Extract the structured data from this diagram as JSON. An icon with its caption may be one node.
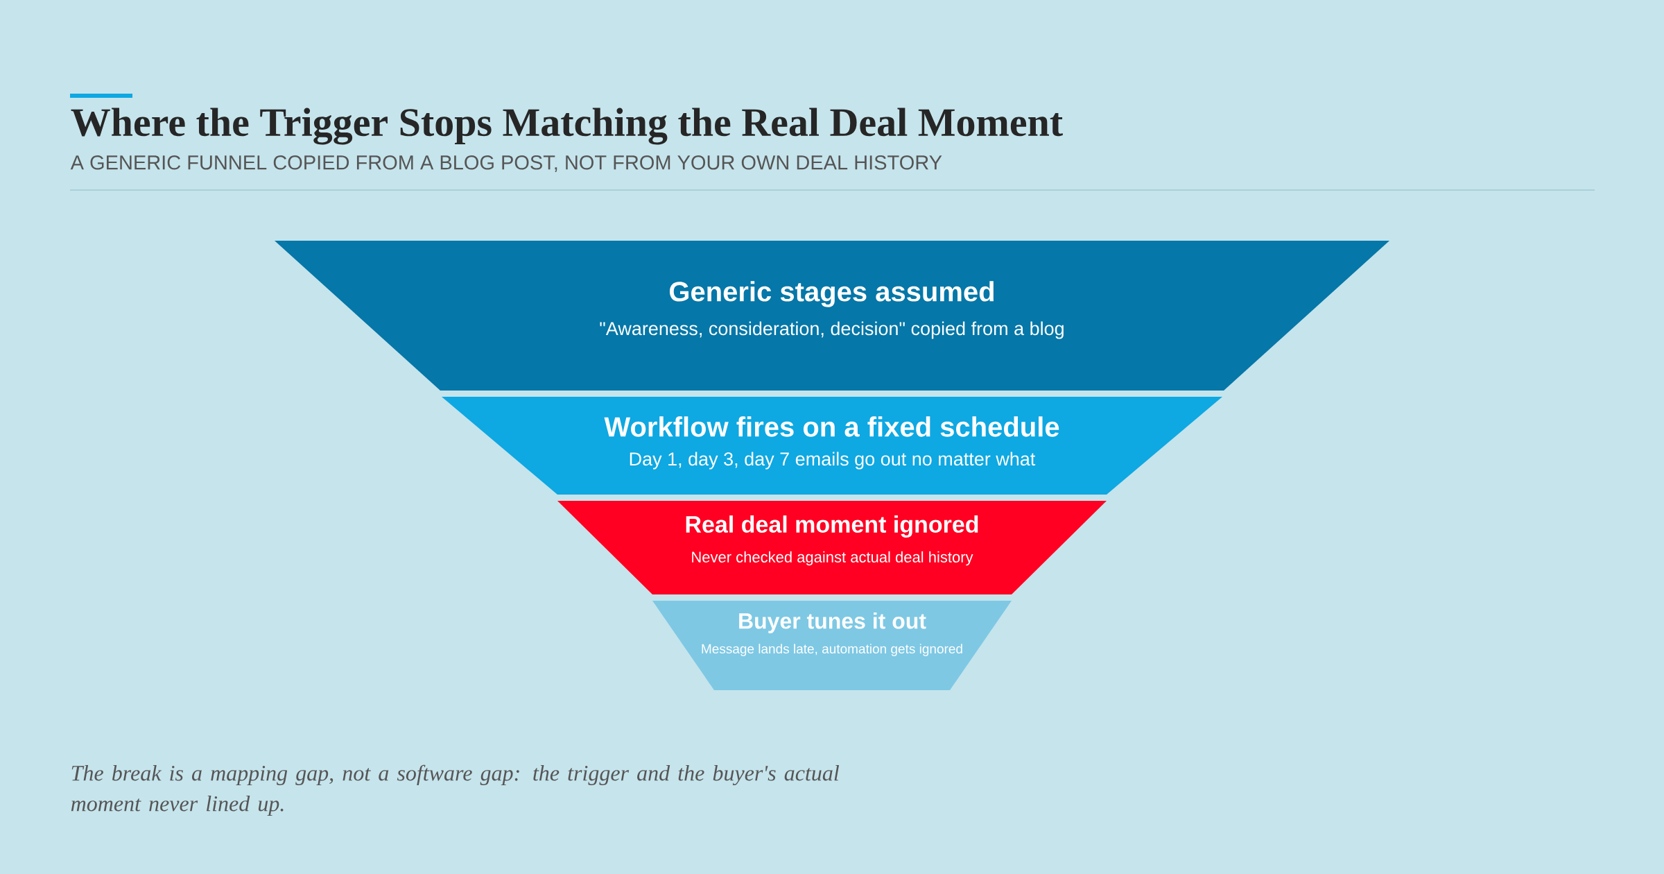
{
  "diagram": {
    "title": "Where the Trigger Stops Matching the Real Deal Moment",
    "caption": "The break is a mapping gap, not a software gap: the trigger and the buyer's actual moment never lined up.",
    "nodes": [
      {
        "text": [
          "Generic stages assumed",
          "\"Awareness, consideration, decision\" copied from a blog"
        ]
      },
      {
        "text": [
          "Workflow fires on a fixed schedule",
          "Day 1, day 3, day 7 emails go out no matter what"
        ]
      },
      {
        "text": [
          "Real deal moment ignored",
          "Never checked against actual deal history"
        ]
      },
      {
        "text": [
          "Buyer tunes it out",
          "Message lands late, automation gets ignored"
        ]
      }
    ],
    "labels": [
      "A GENERIC FUNNEL COPIED FROM A BLOG POST, NOT FROM YOUR OWN DEAL HISTORY"
    ]
  }
}
